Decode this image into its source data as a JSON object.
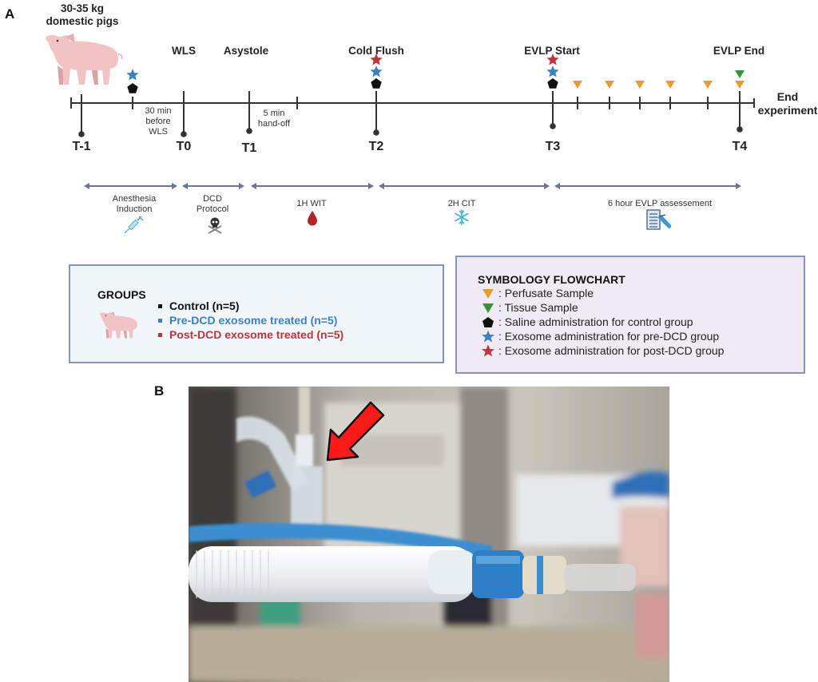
{
  "panels": {
    "a_label": "A",
    "b_label": "B"
  },
  "subject": {
    "label_line1": "30-35 kg",
    "label_line2": "domestic pigs",
    "icon": "pig-icon"
  },
  "timeline": {
    "events": [
      {
        "id": "wls",
        "label": "WLS"
      },
      {
        "id": "asystole",
        "label": "Asystole"
      },
      {
        "id": "cold-flush",
        "label": "Cold Flush"
      },
      {
        "id": "evlp-start",
        "label": "EVLP Start"
      },
      {
        "id": "evlp-end",
        "label": "EVLP End"
      }
    ],
    "timepoints": [
      "T-1",
      "T0",
      "T1",
      "T2",
      "T3",
      "T4"
    ],
    "notes": {
      "before_wls": [
        "30 min",
        "before",
        "WLS"
      ],
      "hand_off": [
        "5 min",
        "hand-off"
      ]
    },
    "end_label": [
      "End",
      "experiment"
    ],
    "markers": {
      "pre_wls": [
        "blue-star",
        "black-pentagon"
      ],
      "cold_flush": [
        "red-star",
        "blue-star",
        "black-pentagon"
      ],
      "evlp_start": [
        "red-star",
        "blue-star",
        "black-pentagon"
      ],
      "evlp_samples": [
        "orange-triangle",
        "orange-triangle",
        "orange-triangle",
        "orange-triangle",
        "orange-triangle"
      ],
      "evlp_end": [
        "green-triangle",
        "orange-triangle"
      ]
    }
  },
  "phases": [
    {
      "label": [
        "Anesthesia",
        "Induction"
      ],
      "icon": "syringe-icon"
    },
    {
      "label": [
        "DCD",
        "Protocol"
      ],
      "icon": "skull-crossbones-icon"
    },
    {
      "label": [
        "1H WIT"
      ],
      "icon": "blood-drop-icon"
    },
    {
      "label": [
        "2H CIT"
      ],
      "icon": "snowflake-icon"
    },
    {
      "label": [
        "6 hour EVLP assessement"
      ],
      "icon": "clipboard-pen-icon"
    }
  ],
  "groups": {
    "title": "GROUPS",
    "items": [
      {
        "label": "Control (n=5)",
        "color": "#111111"
      },
      {
        "label": "Pre-DCD exosome treated (n=5)",
        "color": "#3a82c4"
      },
      {
        "label": "Post-DCD exosome treated (n=5)",
        "color": "#c0343a"
      }
    ]
  },
  "symbology": {
    "title": "SYMBOLOGY FLOWCHART",
    "items": [
      {
        "icon": "orange-triangle-icon",
        "label": ": Perfusate Sample"
      },
      {
        "icon": "green-triangle-icon",
        "label": ": Tissue Sample"
      },
      {
        "icon": "black-pentagon-icon",
        "label": ": Saline administration for control group"
      },
      {
        "icon": "blue-star-icon",
        "label": ": Exosome administration for pre-DCD group"
      },
      {
        "icon": "red-star-icon",
        "label": ": Exosome administration for post-DCD group"
      }
    ]
  },
  "colors": {
    "orange": "#f0992e",
    "green": "#3f8f3a",
    "blue": "#3a82c4",
    "red": "#c0343a",
    "black": "#111111",
    "axis": "#333333",
    "phase_arrow": "#6a7596"
  },
  "photo": {
    "description": "Ventilator circuit connected to pig with sampling port",
    "annotation": "red-arrow"
  }
}
